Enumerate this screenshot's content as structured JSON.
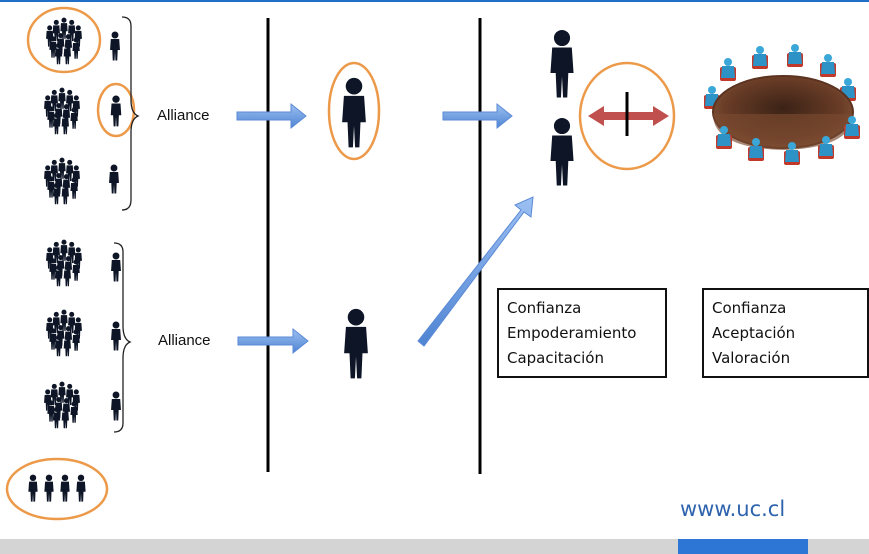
{
  "alliance_labels": [
    "Alliance",
    "Alliance"
  ],
  "box_left": {
    "lines": [
      "Confianza",
      "Empoderamiento",
      "Capacitación"
    ]
  },
  "box_right": {
    "lines": [
      "Confianza",
      "Aceptación",
      "Valoración"
    ]
  },
  "url": "www.uc.cl",
  "colors": {
    "arrow_fill": "#6f9ee0",
    "highlight_ring": "#ec9a4a",
    "double_arrow": "#c0504d",
    "accent": "#2e76d6",
    "footer": "#d4d4d4"
  },
  "icons": [
    "group-of-people-icon",
    "person-silhouette-icon",
    "meeting-table-icon"
  ]
}
